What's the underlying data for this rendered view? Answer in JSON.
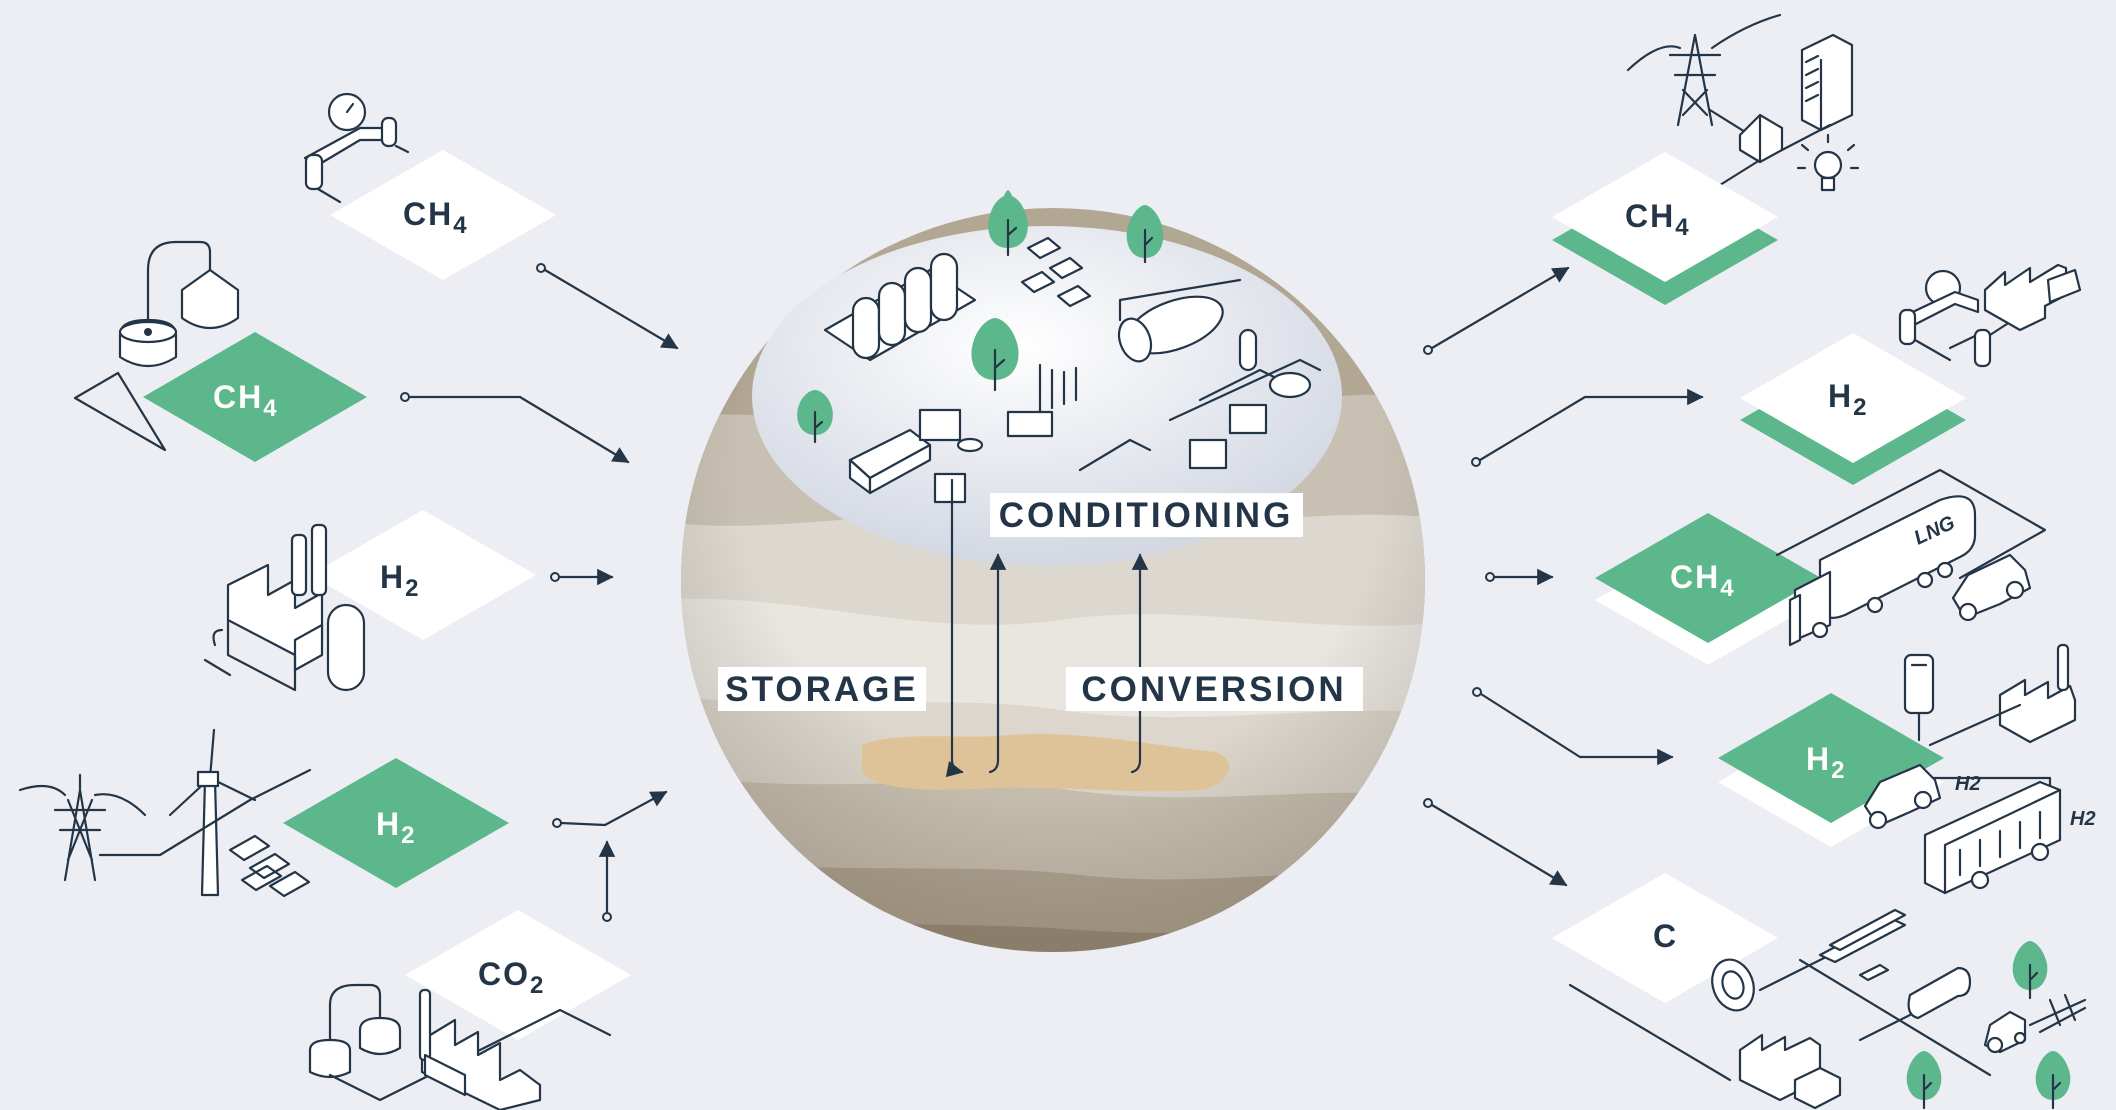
{
  "colors": {
    "background": "#eceef4",
    "green": "#5cb88c",
    "navy": "#233547",
    "reservoir": "#dfc398"
  },
  "inputs": [
    {
      "formula": "CH",
      "subscript": "4",
      "style": "white"
    },
    {
      "formula": "CH",
      "subscript": "4",
      "style": "green"
    },
    {
      "formula": "H",
      "subscript": "2",
      "style": "white"
    },
    {
      "formula": "H",
      "subscript": "2",
      "style": "green"
    },
    {
      "formula": "CO",
      "subscript": "2",
      "style": "white"
    }
  ],
  "outputs": [
    {
      "formula": "CH",
      "subscript": "4",
      "style": "white-green"
    },
    {
      "formula": "H",
      "subscript": "2",
      "style": "white-green"
    },
    {
      "formula": "CH",
      "subscript": "4",
      "style": "green-white"
    },
    {
      "formula": "H",
      "subscript": "2",
      "style": "green-white"
    },
    {
      "formula": "C",
      "subscript": "",
      "style": "white"
    }
  ],
  "process_labels": {
    "conditioning": "CONDITIONING",
    "storage": "STORAGE",
    "conversion": "CONVERSION"
  },
  "vehicle_labels": {
    "tanker": "LNG",
    "car_h2": "H2",
    "bus_h2": "H2"
  },
  "icons": [
    "gas-valve-icon",
    "biogas-plant-icon",
    "factory-icon",
    "wind-turbine-icon",
    "power-pylon-icon",
    "solar-panel-icon",
    "building-icon",
    "house-icon",
    "lightbulb-icon",
    "lng-truck-icon",
    "car-icon",
    "bus-icon",
    "hydrogen-pump-icon",
    "tire-icon",
    "tractor-icon",
    "tree-icon",
    "storage-tank-icon"
  ]
}
